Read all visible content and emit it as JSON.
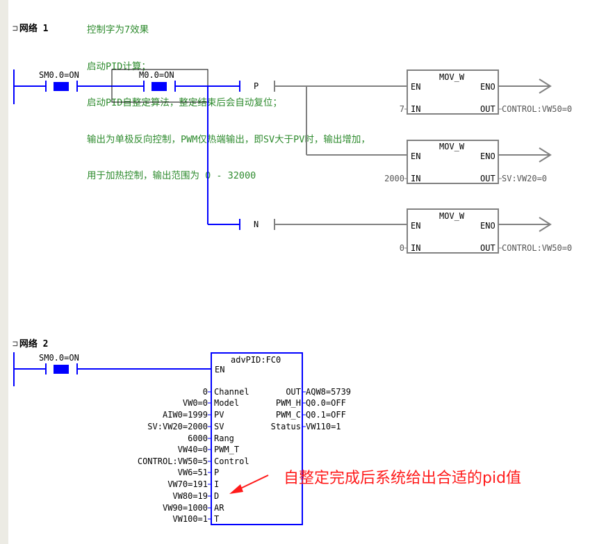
{
  "comment_lines": [
    "控制字为7效果",
    "启动PID计算；",
    "启动PID自整定算法，整定结束后会自动复位；",
    "输出为单极反向控制，PWM仅热端输出，即SV大于PV时，输出增加，",
    "用于加热控制，输出范围为 0 - 32000"
  ],
  "network1": {
    "title": "网络 1",
    "contact1": "SM0.0=ON",
    "contact2": "M0.0=ON",
    "coil_p": "P",
    "coil_n": "N",
    "blocks": [
      {
        "name": "MOV_W",
        "en": "EN",
        "eno": "ENO",
        "in_pin": "IN",
        "out_pin": "OUT",
        "in_val": "7",
        "out_val": "CONTROL:VW50=0"
      },
      {
        "name": "MOV_W",
        "en": "EN",
        "eno": "ENO",
        "in_pin": "IN",
        "out_pin": "OUT",
        "in_val": "2000",
        "out_val": "SV:VW20=0"
      },
      {
        "name": "MOV_W",
        "en": "EN",
        "eno": "ENO",
        "in_pin": "IN",
        "out_pin": "OUT",
        "in_val": "0",
        "out_val": "CONTROL:VW50=0"
      }
    ]
  },
  "network2": {
    "title": "网络 2",
    "contact1": "SM0.0=ON",
    "block": {
      "name": "advPID:FC0",
      "en": "EN",
      "inputs": [
        {
          "pin": "Channel",
          "val": "0"
        },
        {
          "pin": "Model",
          "val": "VW0=0"
        },
        {
          "pin": "PV",
          "val": "AIW0=1999"
        },
        {
          "pin": "SV",
          "val": "SV:VW20=2000"
        },
        {
          "pin": "Rang",
          "val": "6000"
        },
        {
          "pin": "PWM_T",
          "val": "VW40=0"
        },
        {
          "pin": "Control",
          "val": "CONTROL:VW50=5"
        },
        {
          "pin": "P",
          "val": "VW6=51"
        },
        {
          "pin": "I",
          "val": "VW70=191"
        },
        {
          "pin": "D",
          "val": "VW80=19"
        },
        {
          "pin": "AR",
          "val": "VW90=1000"
        },
        {
          "pin": "T",
          "val": "VW100=1"
        }
      ],
      "outputs": [
        {
          "pin": "OUT",
          "val": "AQW8=5739"
        },
        {
          "pin": "PWM_H",
          "val": "Q0.0=OFF"
        },
        {
          "pin": "PWM_C",
          "val": "Q0.1=OFF"
        },
        {
          "pin": "Status",
          "val": "VW110=1"
        }
      ]
    }
  },
  "annotation": "自整定完成后系统给出合适的pid值",
  "colors": {
    "energized": "#0000ff",
    "wire": "#808080",
    "comment": "#2e8b2e",
    "annotation": "#ff1a1a"
  }
}
